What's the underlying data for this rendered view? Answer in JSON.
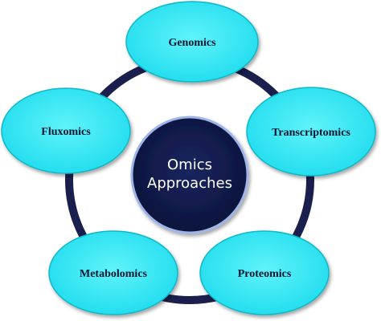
{
  "diagram": {
    "center": {
      "line1": "Omics",
      "line2": "Approaches"
    },
    "nodes": [
      {
        "label": "Genomics"
      },
      {
        "label": "Transcriptomics"
      },
      {
        "label": "Proteomics"
      },
      {
        "label": "Metabolomics"
      },
      {
        "label": "Fluxomics"
      }
    ],
    "colors": {
      "ring": "#1a1f4d",
      "node_fill": "#22e6f2",
      "node_stroke": "#0fb8c9",
      "center_fill": "#101848",
      "center_stroke": "#9fb4e8"
    }
  }
}
